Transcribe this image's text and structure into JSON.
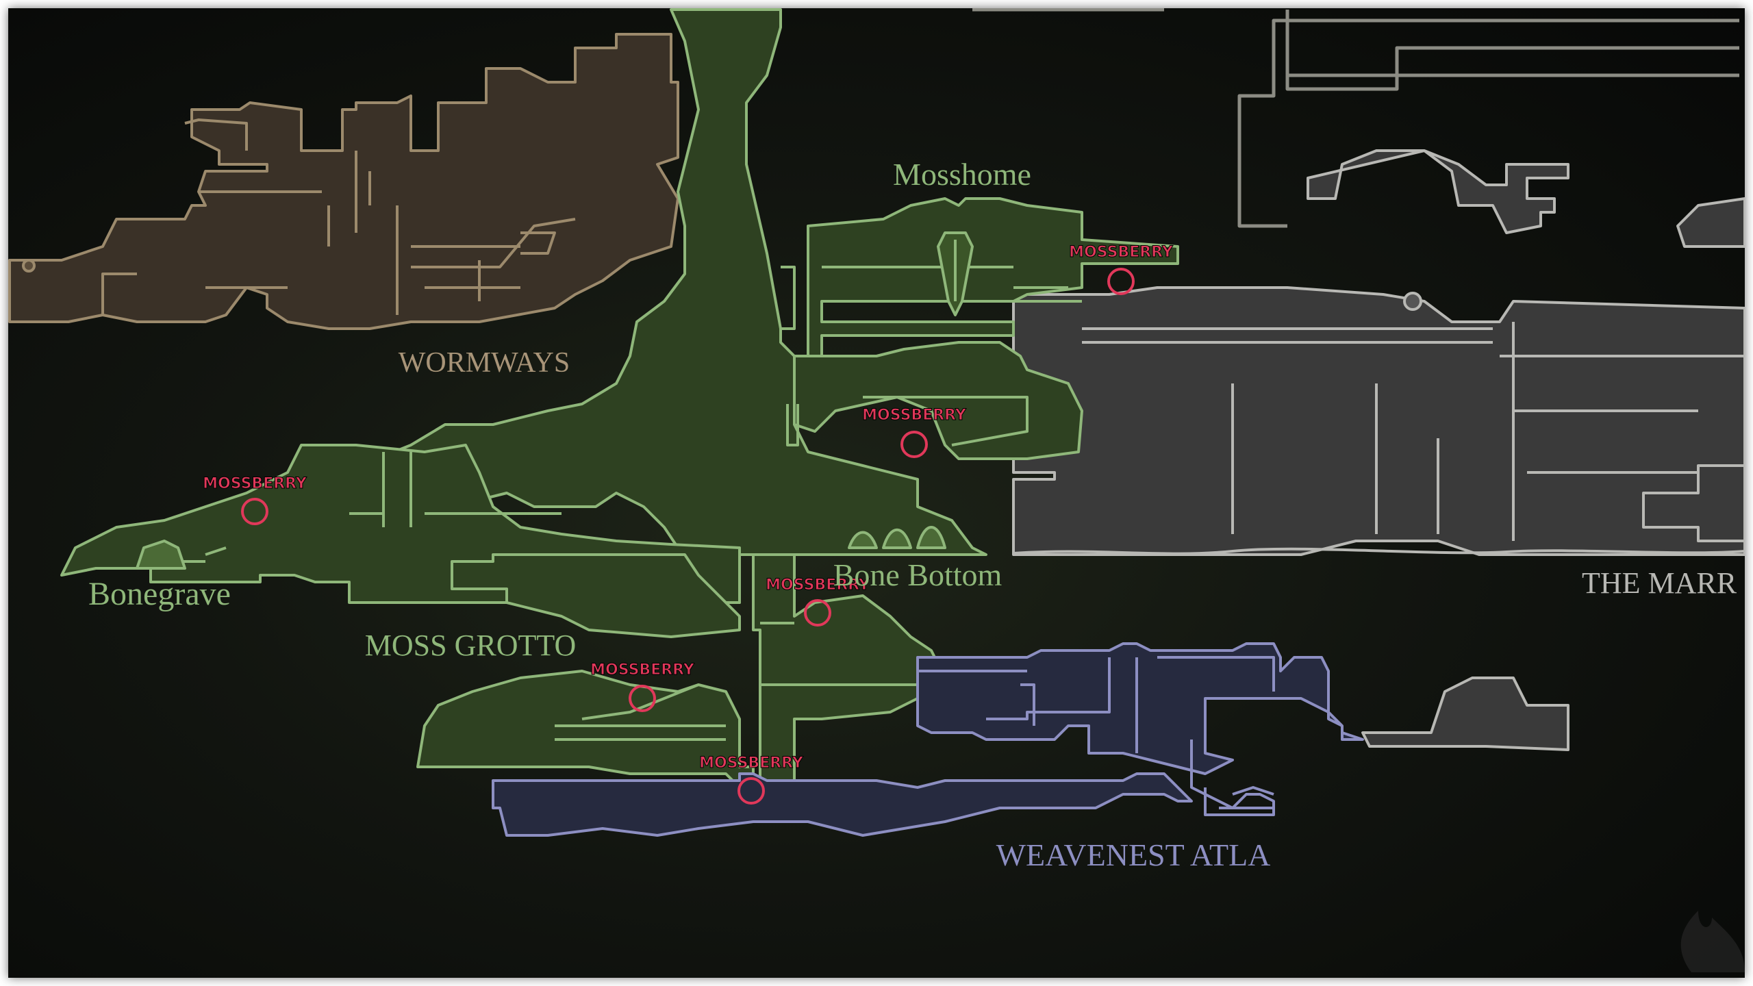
{
  "regions": {
    "mosshome": "Mosshome",
    "wormways": "WORMWAYS",
    "bonegrave": "Bonegrave",
    "bone_bottom": "Bone Bottom",
    "moss_grotto": "MOSS GROTTO",
    "the_marrow": "THE MARR",
    "weavenest_atla": "WEAVENEST ATLA"
  },
  "markers": [
    {
      "label": "MOSSBERRY"
    },
    {
      "label": "MOSSBERRY"
    },
    {
      "label": "MOSSBERRY"
    },
    {
      "label": "MOSSBERRY"
    },
    {
      "label": "MOSSBERRY"
    },
    {
      "label": "MOSSBERRY"
    }
  ],
  "colors": {
    "moss": "#8fb77a",
    "moss_fill": "#3a5229",
    "wormways": "#9c8a6c",
    "wormways_fill": "#3a3127",
    "marrow": "#b8b8b4",
    "marrow_fill": "#3a3a3a",
    "weavenest": "#8d8fc2",
    "weavenest_fill": "#2c2f45",
    "marker": "#e0385a"
  },
  "icons": [
    "flame-watermark-icon"
  ]
}
